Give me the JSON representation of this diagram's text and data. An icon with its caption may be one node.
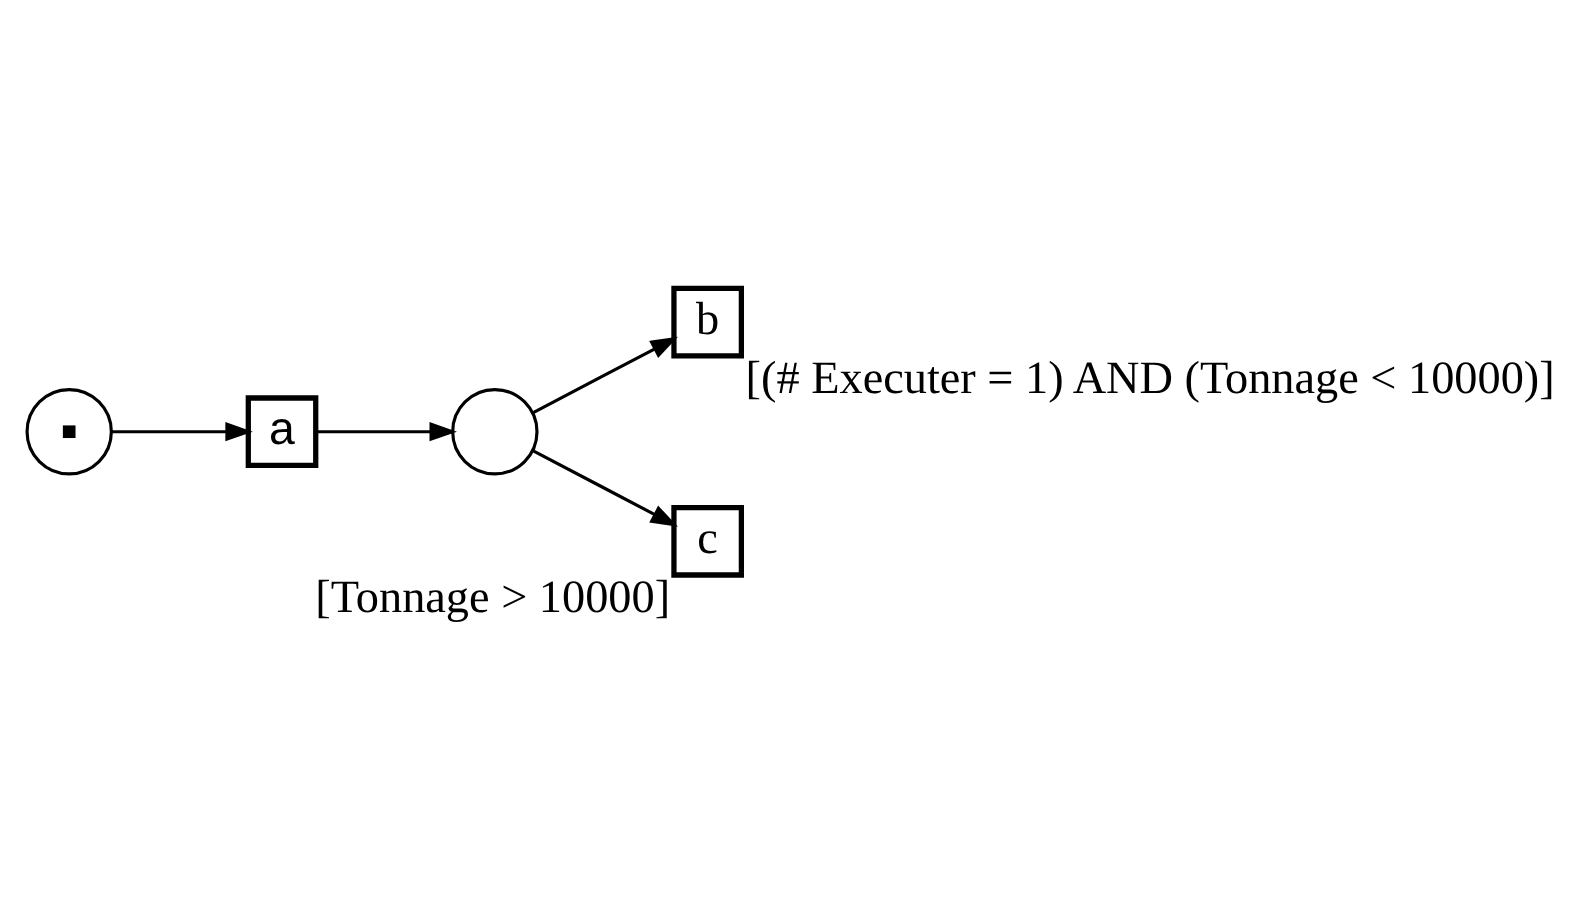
{
  "diagram": {
    "nodes": [
      {
        "text": [],
        "shape": "circle"
      },
      {
        "text": [
          "a"
        ]
      },
      {
        "text": [],
        "shape": "circle"
      },
      {
        "text": [
          "b"
        ],
        "beside": [
          "[(# Executer = 1) AND (Tonnage < 10000)]"
        ]
      },
      {
        "text": [
          "c"
        ],
        "beside": [
          "[Tonnage > 10000]"
        ]
      }
    ],
    "edges": [
      {
        "from": 0,
        "to": 1,
        "arrow": "to"
      },
      {
        "from": 1,
        "to": 2,
        "arrow": "to"
      },
      {
        "from": 2,
        "to": 3,
        "arrow": "to"
      },
      {
        "from": 2,
        "to": 4,
        "arrow": "to"
      }
    ]
  }
}
